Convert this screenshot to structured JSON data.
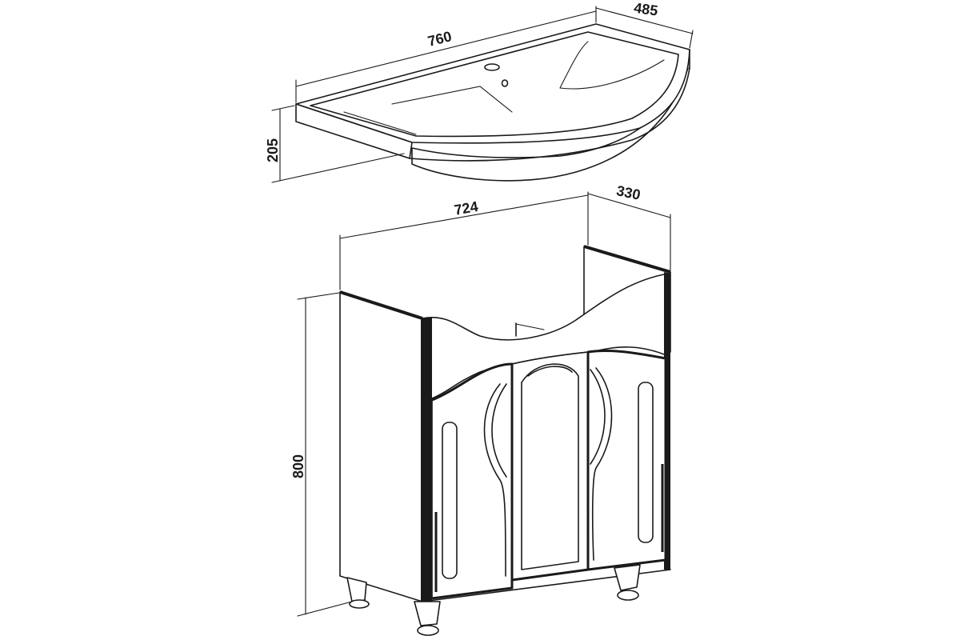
{
  "sink": {
    "dimensions": {
      "width": "760",
      "depth": "485",
      "height": "205"
    }
  },
  "cabinet": {
    "dimensions": {
      "width": "724",
      "depth": "330",
      "height": "800"
    }
  },
  "colors": {
    "line": "#1a1a1a",
    "background": "#ffffff"
  }
}
